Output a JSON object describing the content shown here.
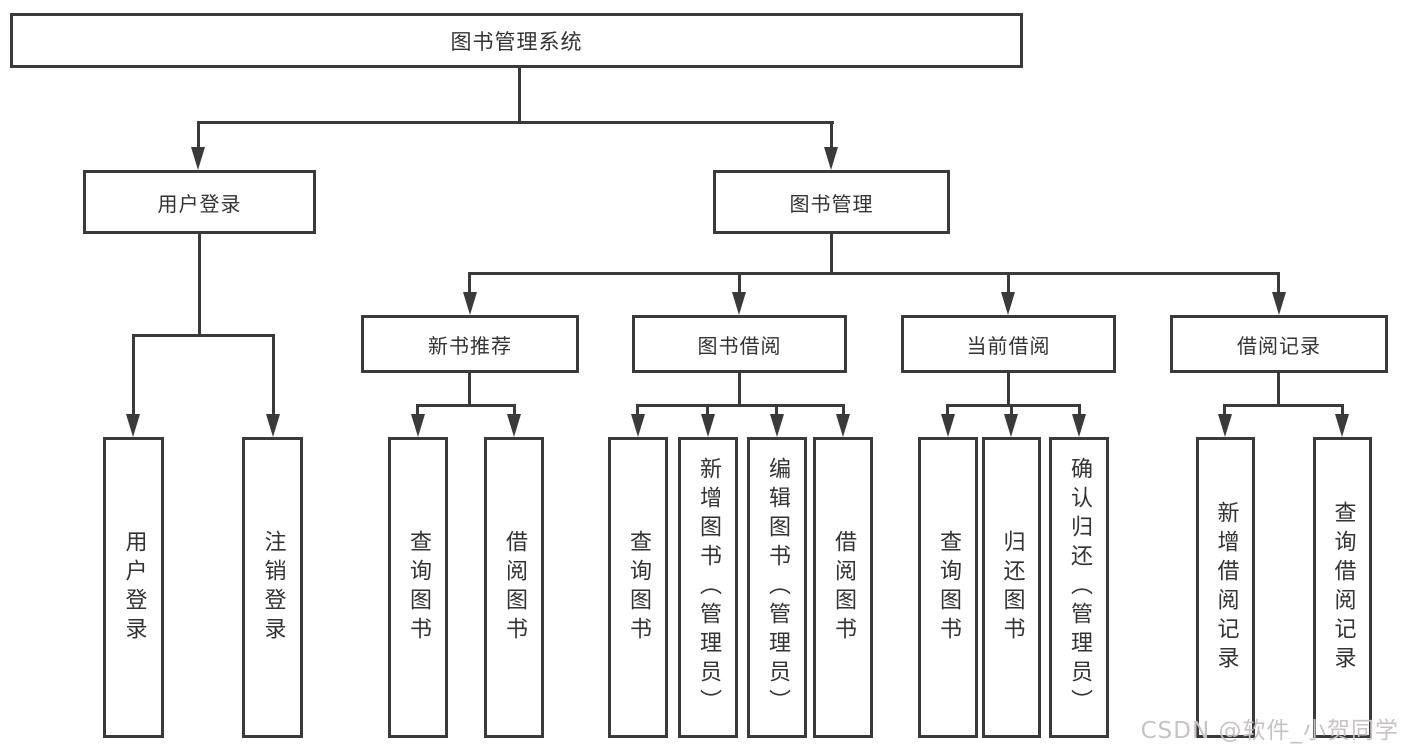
{
  "tree": {
    "label": "图书管理系统",
    "children": [
      {
        "label": "用户登录",
        "children": [
          {
            "label": "用户登录"
          },
          {
            "label": "注销登录"
          }
        ]
      },
      {
        "label": "图书管理",
        "children": [
          {
            "label": "新书推荐",
            "children": [
              {
                "label": "查询图书"
              },
              {
                "label": "借阅图书"
              }
            ]
          },
          {
            "label": "图书借阅",
            "children": [
              {
                "label": "查询图书"
              },
              {
                "label": "新增图书（管理员）"
              },
              {
                "label": "编辑图书（管理员）"
              },
              {
                "label": "借阅图书"
              }
            ]
          },
          {
            "label": "当前借阅",
            "children": [
              {
                "label": "查询图书"
              },
              {
                "label": "归还图书"
              },
              {
                "label": "确认归还（管理员）"
              }
            ]
          },
          {
            "label": "借阅记录",
            "children": [
              {
                "label": "新增借阅记录"
              },
              {
                "label": "查询借阅记录"
              }
            ]
          }
        ]
      }
    ]
  },
  "watermark": {
    "text": "CSDN @软件_小贺同学"
  },
  "colors": {
    "line": "#3a3a3a",
    "text": "#333333",
    "background": "#ffffff",
    "watermark": "#c8c3c3"
  }
}
